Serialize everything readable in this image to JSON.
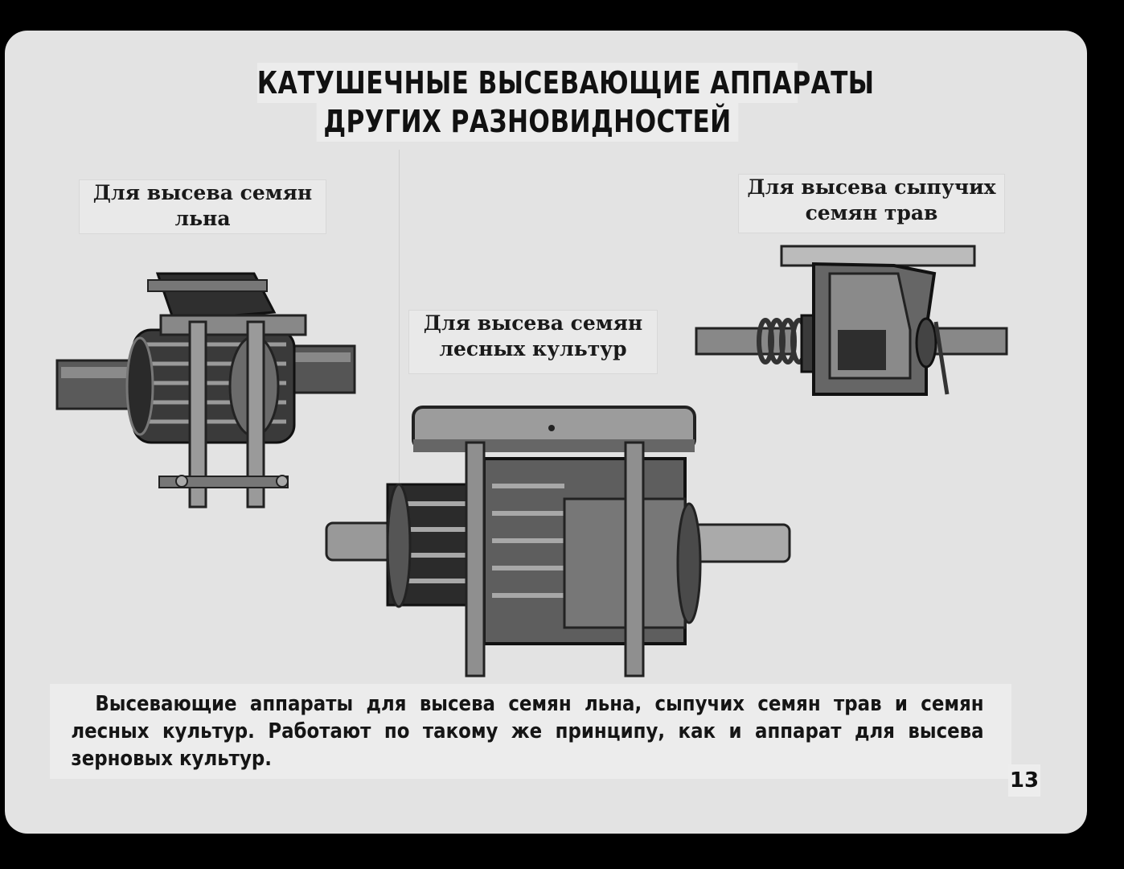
{
  "title": {
    "line1": "КАТУШЕЧНЫЕ ВЫСЕВАЮЩИЕ АППАРАТЫ",
    "line2": "ДРУГИХ РАЗНОВИДНОСТЕЙ"
  },
  "labels": {
    "flax": {
      "line1": "Для высева семян",
      "line2": "льна"
    },
    "grass": {
      "line1": "Для высева сыпучих",
      "line2": "семян трав"
    },
    "forest": {
      "line1": "Для высева семян",
      "line2": "лесных культур"
    }
  },
  "caption": "Высевающие аппараты для высева семян льна, сыпучих семян трав и семян лесных культур. Работают по такому же принципу, как и аппарат для высева зерновых культур.",
  "page_number": "13"
}
